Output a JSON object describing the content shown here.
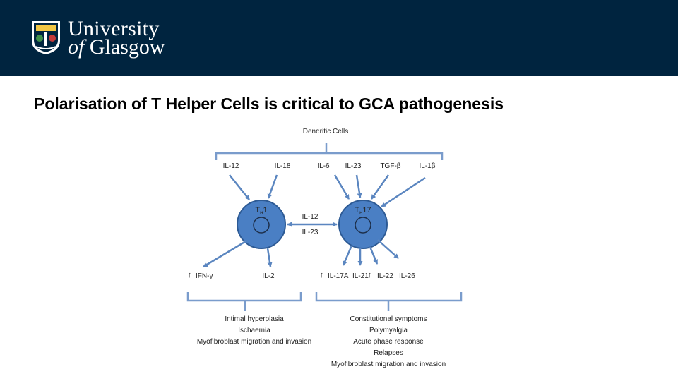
{
  "header": {
    "logo_line1": "University",
    "logo_line2_prefix": "of",
    "logo_line2_rest": "Glasgow"
  },
  "title": "Polarisation of T Helper Cells is critical to GCA pathogenesis",
  "diagram": {
    "source": "Dendritic Cells",
    "top_cytokines": [
      "IL-12",
      "IL-18",
      "IL-6",
      "IL-23",
      "TGF-β",
      "IL-1β"
    ],
    "th1_label": {
      "main": "T",
      "sub": "H",
      "num": "1"
    },
    "th17_label": {
      "main": "T",
      "sub": "H",
      "num": "17"
    },
    "cross_labels": [
      "IL-12",
      "IL-23"
    ],
    "th1_outputs": {
      "arrow": "↑",
      "items": [
        "IFN-γ",
        "IL-2"
      ]
    },
    "th17_outputs": {
      "arrow1": "↑",
      "arrow2": "↑",
      "items": [
        "IL-17A",
        "IL-21",
        "IL-22",
        "IL-26"
      ]
    },
    "th1_effects": [
      "Intimal hyperplasia",
      "Ischaemia",
      "Myofibroblast migration and invasion"
    ],
    "th17_effects": [
      "Constitutional symptoms",
      "Polymyalgia",
      "Acute phase response",
      "Relapses",
      "Myofibroblast migration and invasion"
    ],
    "colors": {
      "cell_fill": "#4a7fc4",
      "cell_stroke": "#2d5a94",
      "arrow": "#5b86c0",
      "bracket": "#7a9ccc",
      "header_bg": "#00243f"
    }
  }
}
